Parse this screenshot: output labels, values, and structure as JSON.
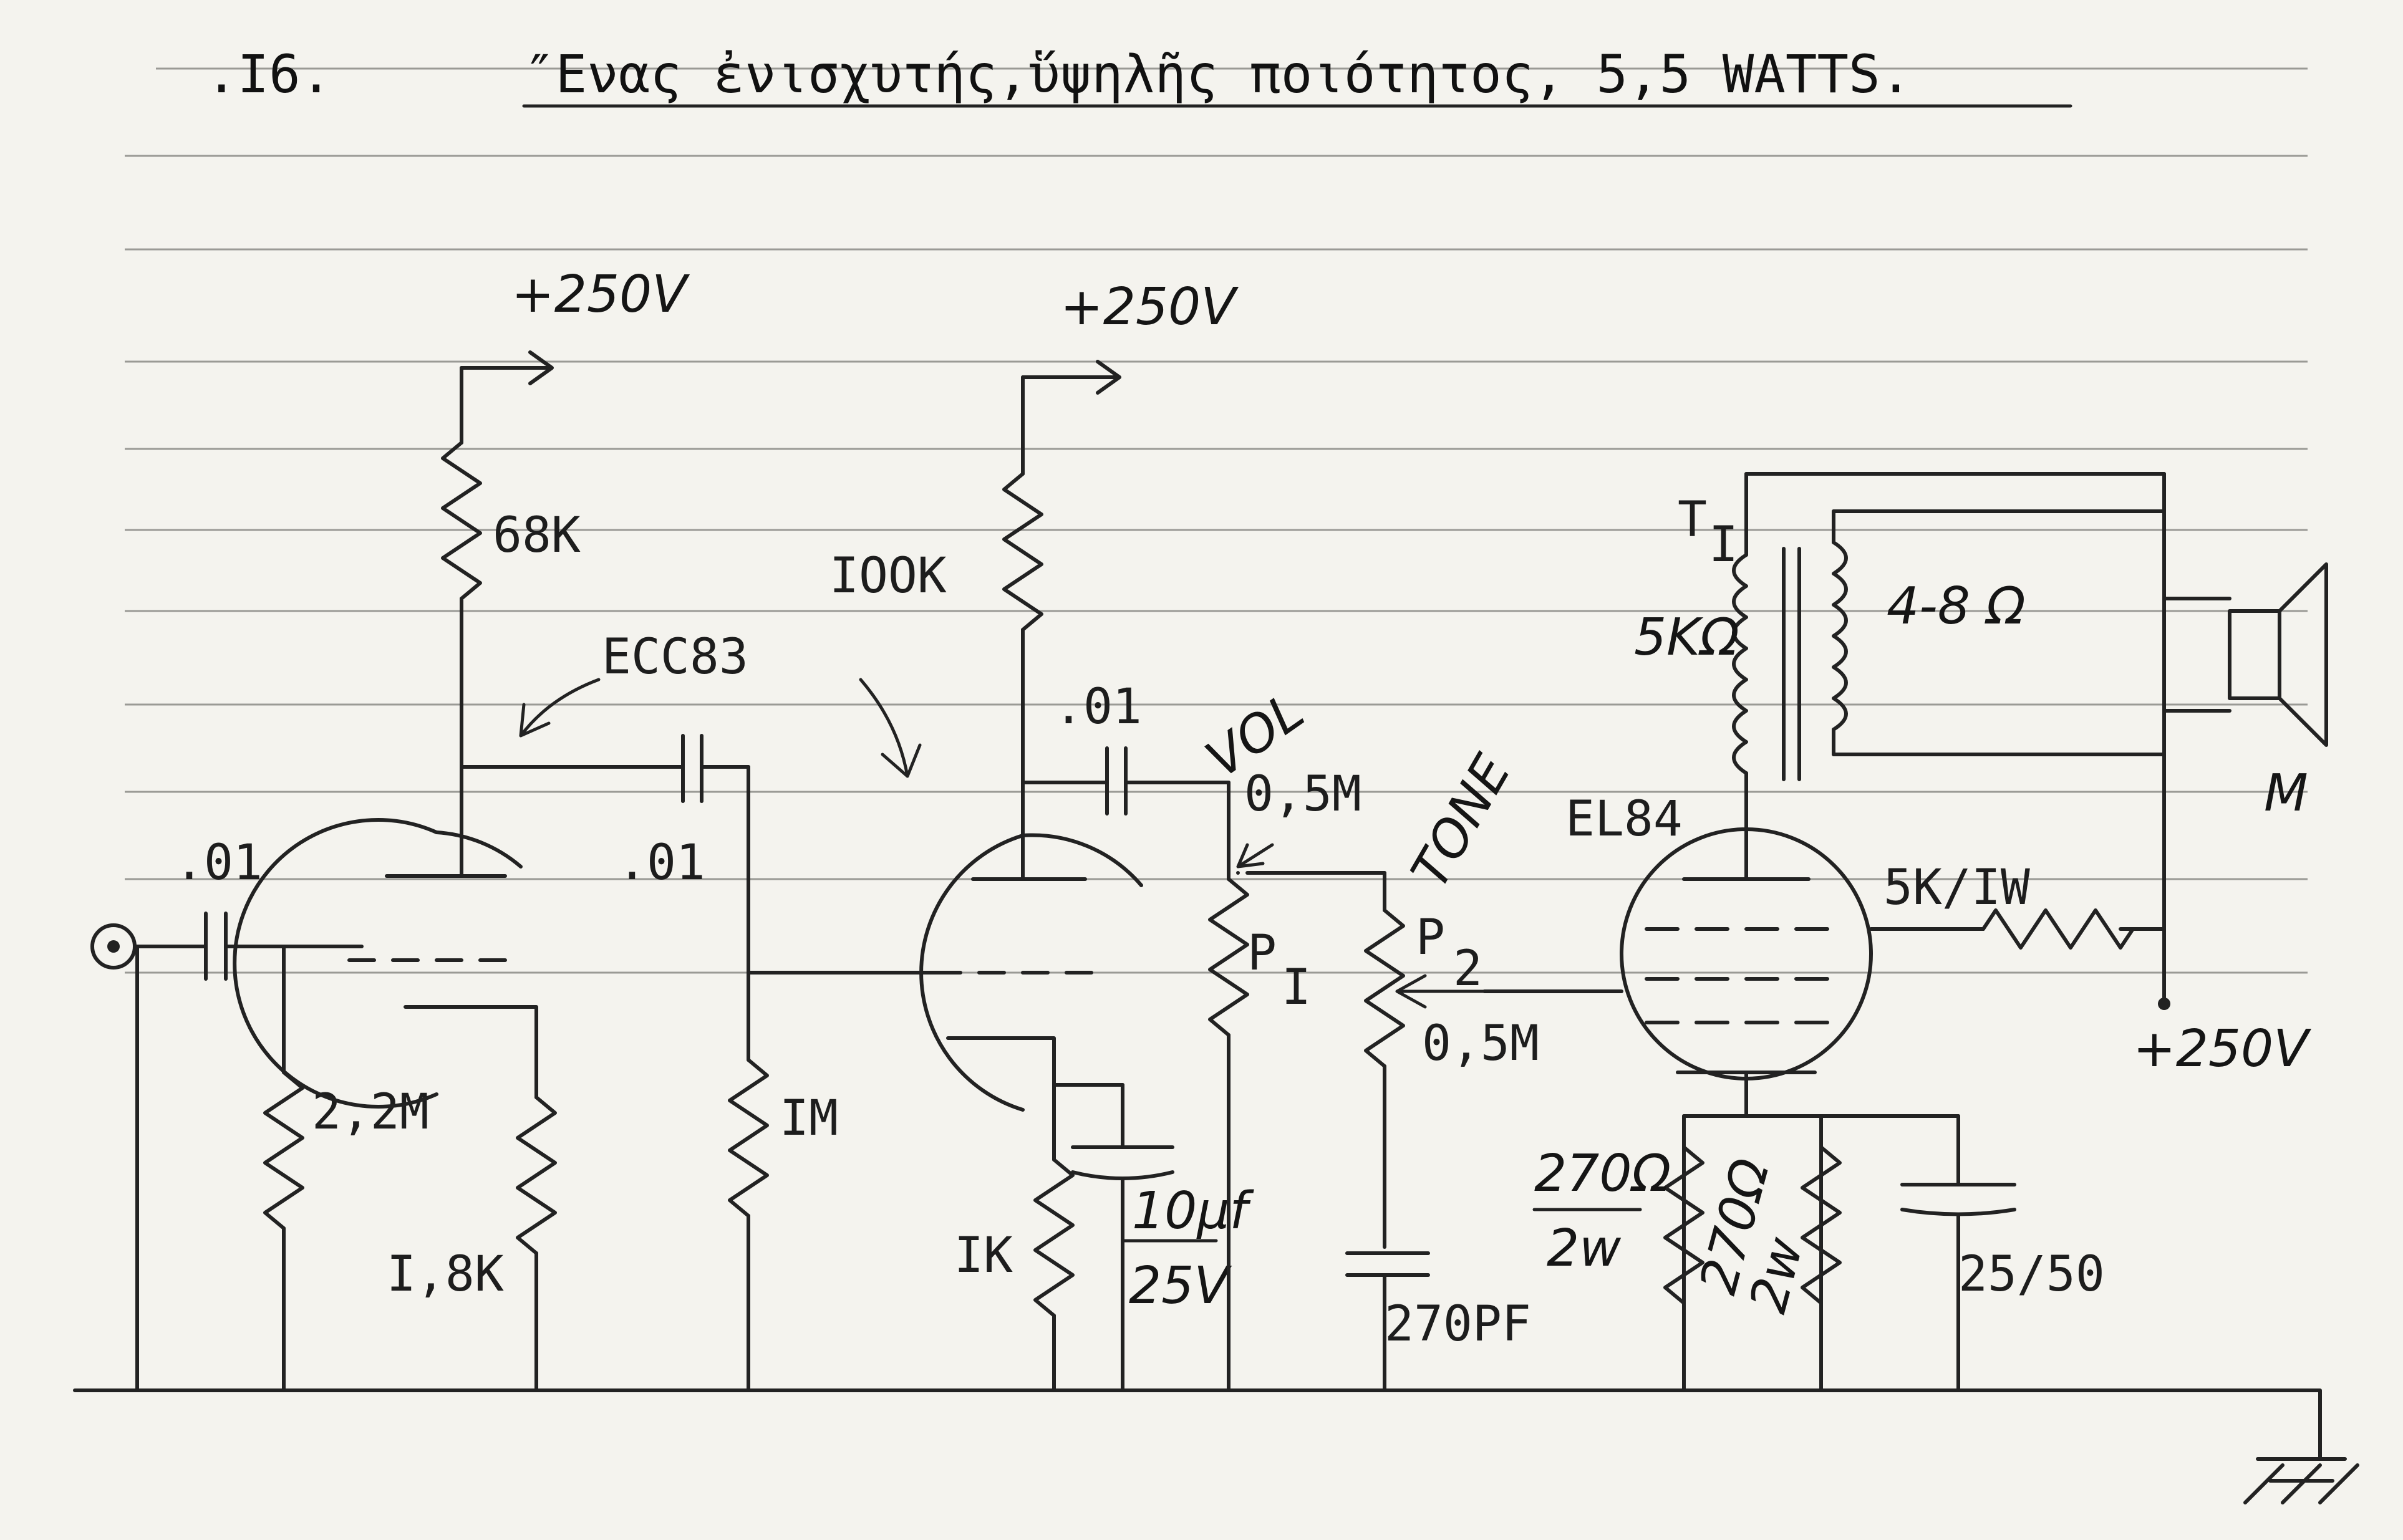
{
  "title": {
    "number": ".I6.",
    "text": "″Eνας ἐνισχυτής,ὕψηλῆς ποιότητος, 5,5 WATTS."
  },
  "labels": {
    "supply_1": "+250V",
    "supply_2": "+250V",
    "supply_3": "+250V",
    "r_68k": "68K",
    "r_100k": "IOOK",
    "tube_ecc83": "ECC83",
    "tube_el84": "EL84",
    "c_in": ".01",
    "c_couple_1": ".01",
    "c_couple_2": ".01",
    "r_2m2": "2,2M",
    "r_1k8": "I,8K",
    "r_1m": "IM",
    "r_1k": "IK",
    "c_10uf_top": "10µf",
    "c_10uf_bottom": "25V",
    "vol": "VOL",
    "tone": "TONE",
    "pot_p1_value": "0,5M",
    "pot_p2_value": "0,5M",
    "p1": "P",
    "p1_sub": "I",
    "p2": "P",
    "p2_sub": "2",
    "c_270pf": "270PF",
    "transformer": "T",
    "transformer_sub": "I",
    "primary_imp": "5KΩ",
    "speaker_imp": "4-8 Ω",
    "r_5k_1w": "5K/IW",
    "r_270_top": "270Ω",
    "r_270_bottom": "2w",
    "r_270b_top": "270Ω",
    "r_270b_bottom": "2w",
    "c_25_50": "25/50",
    "speaker": "M"
  }
}
